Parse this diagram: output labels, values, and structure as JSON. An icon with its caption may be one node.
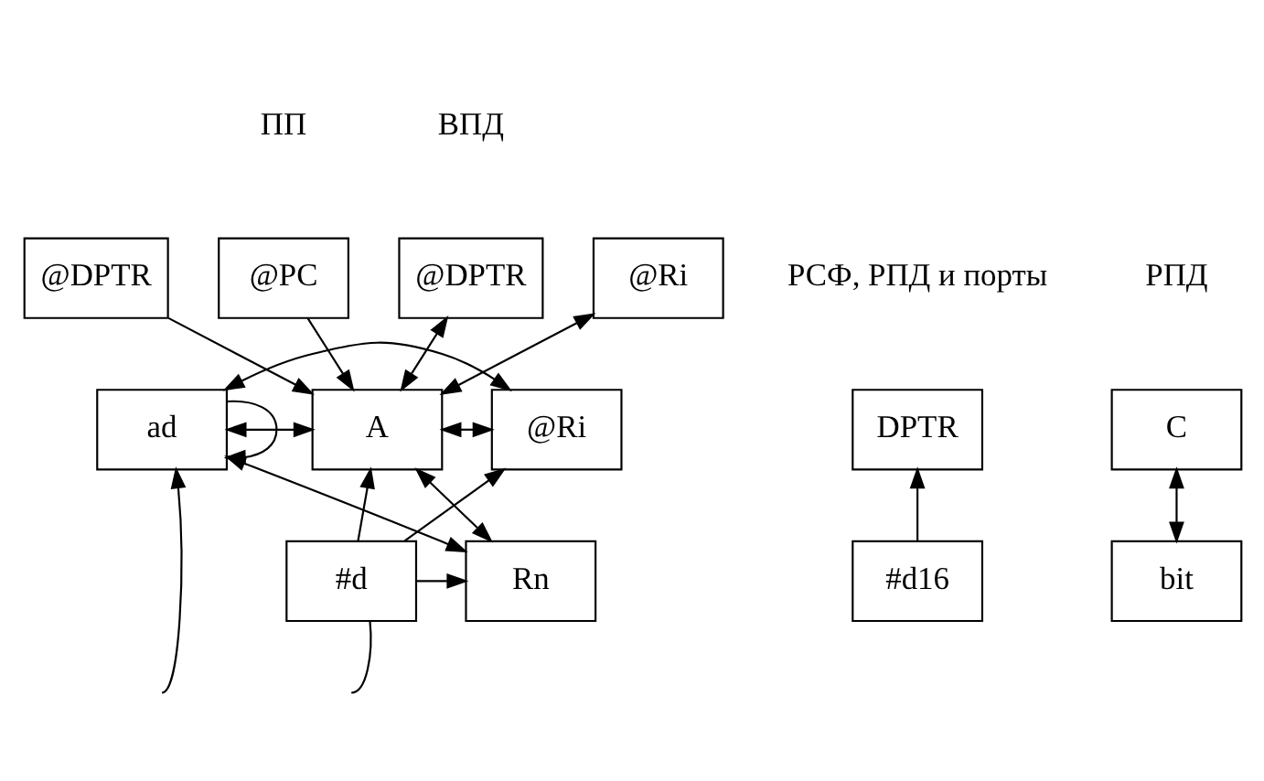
{
  "diagram": {
    "nodes": [
      {
        "text": [
          "@DPTR"
        ]
      },
      {
        "text": [
          "@PC"
        ]
      },
      {
        "text": [
          "@DPTR"
        ]
      },
      {
        "text": [
          "@Ri"
        ]
      },
      {
        "text": [
          "DPTR"
        ]
      },
      {
        "text": [
          "ad"
        ]
      },
      {
        "text": [
          "A"
        ]
      },
      {
        "text": [
          "@Ri"
        ]
      },
      {
        "text": [
          "C"
        ]
      },
      {
        "text": [
          "#d16"
        ]
      },
      {
        "text": [
          "Rn"
        ]
      },
      {
        "text": [
          "#d"
        ]
      },
      {
        "text": [
          "bit"
        ]
      }
    ],
    "edges": [
      {
        "from": 0,
        "to": 6,
        "arrow": "to"
      },
      {
        "from": 1,
        "to": 6,
        "arrow": "to"
      },
      {
        "from": 6,
        "to": 2,
        "arrow": "both"
      },
      {
        "from": 6,
        "to": 3,
        "arrow": "both"
      },
      {
        "from": 5,
        "to": 5,
        "arrow": "to"
      },
      {
        "from": 5,
        "to": 7,
        "arrow": "both"
      },
      {
        "from": 5,
        "to": 6,
        "arrow": "both"
      },
      {
        "from": 6,
        "to": 7,
        "arrow": "both"
      },
      {
        "from": 9,
        "to": 4,
        "arrow": "to"
      },
      {
        "from": 8,
        "to": 12,
        "arrow": "both"
      },
      {
        "from": 5,
        "to": 10,
        "arrow": "both"
      },
      {
        "from": 6,
        "to": 10,
        "arrow": "both"
      },
      {
        "from": 11,
        "to": 10,
        "arrow": "to"
      },
      {
        "from": 11,
        "to": 6,
        "arrow": "to"
      },
      {
        "from": 11,
        "to": 7,
        "arrow": "to"
      },
      {
        "from": null,
        "to": 5,
        "arrow": "to"
      },
      {
        "from": null,
        "to": 11,
        "arrow": "none"
      }
    ],
    "labels": [
      "ПП",
      "ВПД",
      "РСФ, РПД и порты",
      "РПД"
    ]
  }
}
